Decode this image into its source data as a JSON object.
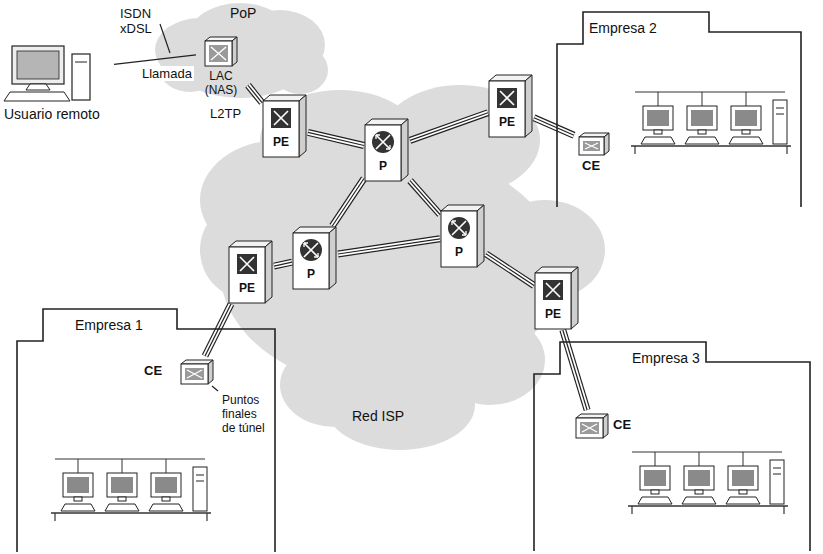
{
  "diagram": {
    "nodes": [
      {
        "text": [
          "Usuario remoto"
        ]
      },
      {
        "text": [
          "PoP"
        ]
      },
      {
        "text": [
          "LAC (NAS)"
        ],
        "in": 1
      },
      {
        "text": [
          "Empresa 2"
        ]
      },
      {
        "text": [
          "CE"
        ],
        "in": 3
      },
      {
        "text": [
          "PE"
        ]
      },
      {
        "text": [
          "PE"
        ]
      },
      {
        "text": [
          "P"
        ]
      },
      {
        "text": [
          "PE"
        ]
      },
      {
        "text": [
          "P"
        ]
      },
      {
        "text": [
          "P"
        ]
      },
      {
        "text": [
          "PE"
        ]
      },
      {
        "text": [
          "Empresa 1"
        ]
      },
      {
        "text": [
          "CE"
        ],
        "in": 12
      },
      {
        "text": [
          "Empresa 3"
        ]
      },
      {
        "text": [
          "CE"
        ],
        "in": 14
      }
    ],
    "edges": [
      {
        "from": 0,
        "to": 2,
        "arrow": "none",
        "label": "Llamada"
      },
      {
        "from": 2,
        "to": 5,
        "arrow": "none",
        "label": "L2TP"
      },
      {
        "from": 5,
        "to": 7,
        "arrow": "none"
      },
      {
        "from": 7,
        "to": 6,
        "arrow": "none"
      },
      {
        "from": 6,
        "to": 4,
        "arrow": "none"
      },
      {
        "from": 8,
        "to": 9,
        "arrow": "none"
      },
      {
        "from": 9,
        "to": 7,
        "arrow": "none"
      },
      {
        "from": 7,
        "to": 10,
        "arrow": "none"
      },
      {
        "from": 9,
        "to": 10,
        "arrow": "none"
      },
      {
        "from": 10,
        "to": 11,
        "arrow": "none"
      },
      {
        "from": 11,
        "to": 15,
        "arrow": "none"
      },
      {
        "from": 8,
        "to": 13,
        "arrow": "none"
      }
    ],
    "labels": [
      "ISDN xDSL",
      "Puntos finales de túnel",
      "Red ISP"
    ]
  }
}
